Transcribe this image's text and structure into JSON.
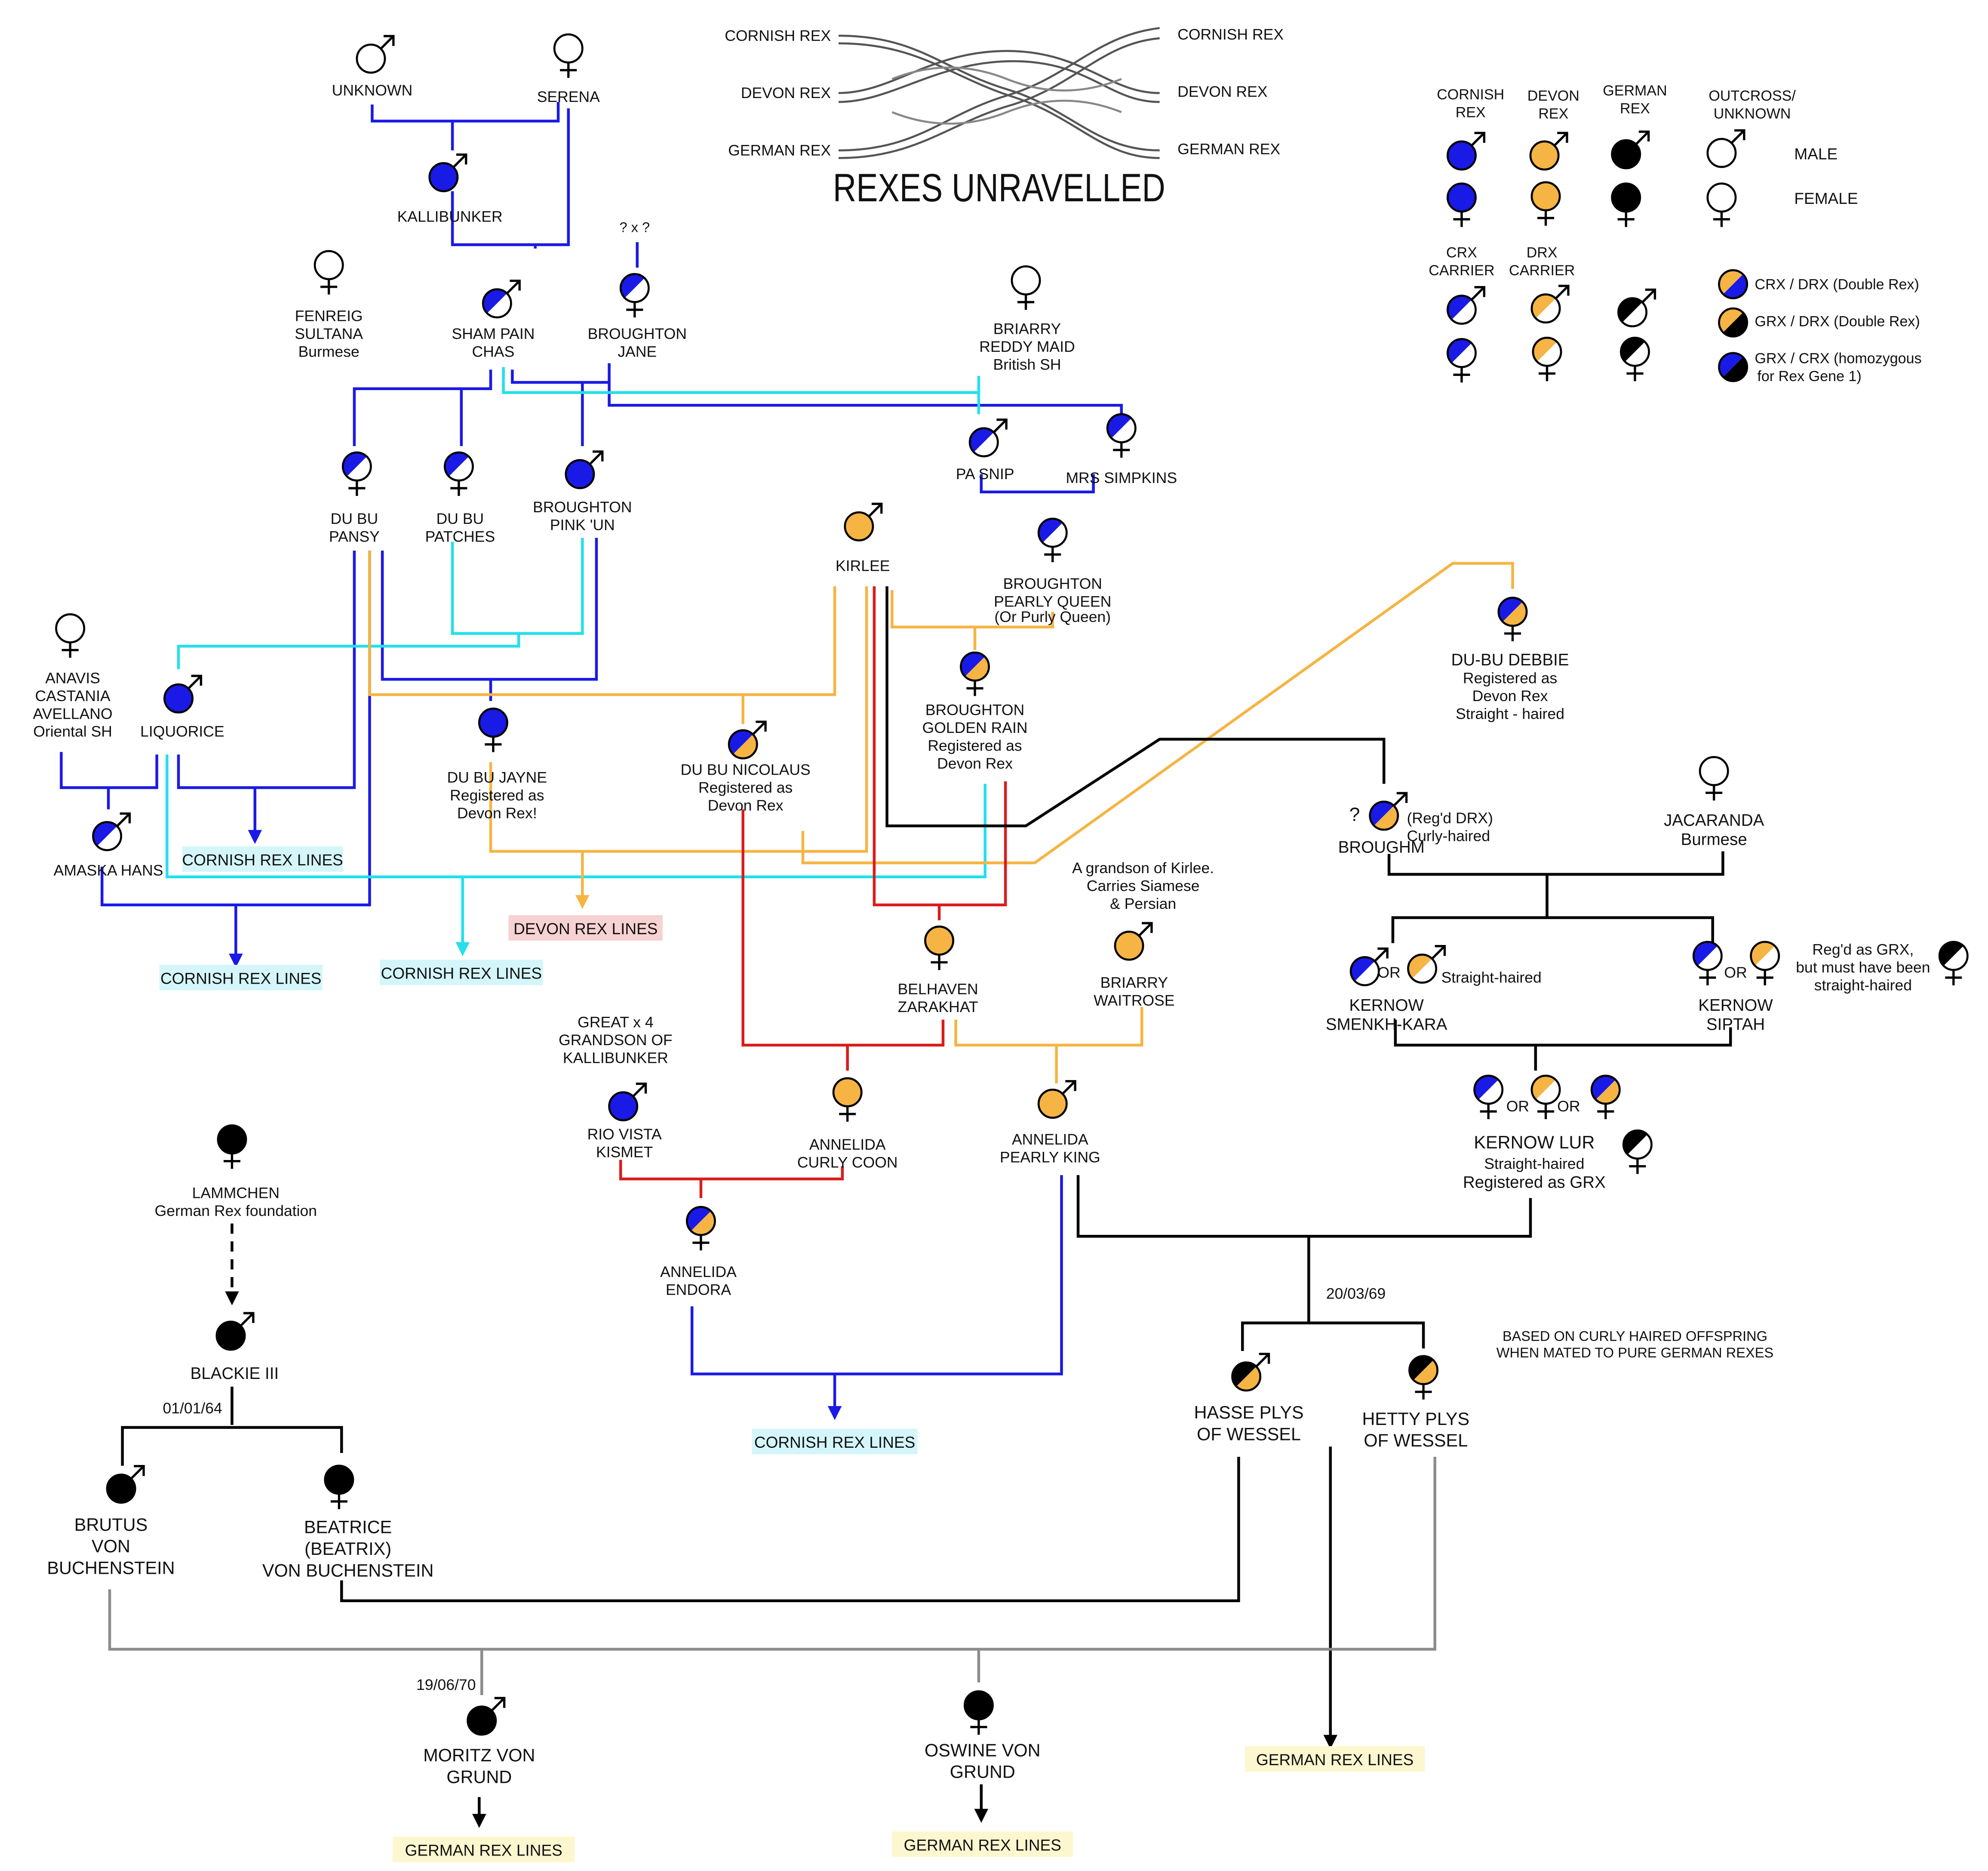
{
  "title": "REXES UNRAVELLED",
  "colors": {
    "cornish": "#1a1ae6",
    "devon": "#f5b443",
    "german": "#000000",
    "cyan": "#22e0ec",
    "red": "#d91c1c",
    "grey": "#8c8c8c",
    "tag_cornish": "#d4f6fa",
    "tag_devon": "#f7d2d2",
    "tag_german": "#fcf7cf"
  },
  "braid": {
    "left": [
      "CORNISH REX",
      "DEVON REX",
      "GERMAN REX"
    ],
    "right": [
      "CORNISH REX",
      "DEVON REX",
      "GERMAN REX"
    ]
  },
  "legend": {
    "headers": [
      [
        "CORNISH",
        "REX"
      ],
      [
        "DEVON",
        "REX"
      ],
      [
        "GERMAN",
        "REX"
      ],
      [
        "OUTCROSS/",
        "UNKNOWN"
      ]
    ],
    "male": "MALE",
    "female": "FEMALE",
    "carriers": [
      [
        "CRX",
        "CARRIER"
      ],
      [
        "DRX",
        "CARRIER"
      ]
    ],
    "doubles": [
      [
        "CRX / DRX (Double Rex)"
      ],
      [
        "GRX / DRX (Double Rex)"
      ],
      [
        "GRX / CRX (homozygous",
        "for Rex Gene 1)"
      ]
    ]
  },
  "nodes": [
    {
      "id": "unknown",
      "lines": [
        "UNKNOWN"
      ]
    },
    {
      "id": "serena",
      "lines": [
        "SERENA"
      ]
    },
    {
      "id": "kallibunker",
      "lines": [
        "KALLIBUNKER"
      ]
    },
    {
      "id": "qq",
      "lines": [
        "? x ?"
      ]
    },
    {
      "id": "fenreig",
      "lines": [
        "FENREIG",
        "SULTANA",
        "Burmese"
      ]
    },
    {
      "id": "shampain",
      "lines": [
        "SHAM PAIN",
        "CHAS"
      ]
    },
    {
      "id": "bjane",
      "lines": [
        "BROUGHTON",
        "JANE"
      ]
    },
    {
      "id": "briarry_rm",
      "lines": [
        "BRIARRY",
        "REDDY MAID",
        "British SH"
      ]
    },
    {
      "id": "pasnip",
      "lines": [
        "PA SNIP"
      ]
    },
    {
      "id": "simpkins",
      "lines": [
        "MRS SIMPKINS"
      ]
    },
    {
      "id": "pansy",
      "lines": [
        "DU BU",
        "PANSY"
      ]
    },
    {
      "id": "patches",
      "lines": [
        "DU BU",
        "PATCHES"
      ]
    },
    {
      "id": "pinkun",
      "lines": [
        "BROUGHTON",
        "PINK 'UN"
      ]
    },
    {
      "id": "kirlee",
      "lines": [
        "KIRLEE"
      ]
    },
    {
      "id": "pearlyq",
      "lines": [
        "BROUGHTON",
        "PEARLY QUEEN",
        "(Or Purly Queen)"
      ]
    },
    {
      "id": "debbie",
      "lines": [
        "DU-BU DEBBIE",
        "Registered as",
        "Devon Rex",
        "Straight - haired"
      ]
    },
    {
      "id": "anavis",
      "lines": [
        "ANAVIS",
        "CASTANIA",
        "AVELLANO",
        "Oriental SH"
      ]
    },
    {
      "id": "liquorice",
      "lines": [
        "LIQUORICE"
      ]
    },
    {
      "id": "jayne",
      "lines": [
        "DU BU JAYNE",
        "Registered as",
        "Devon Rex!"
      ]
    },
    {
      "id": "nicolaus",
      "lines": [
        "DU BU NICOLAUS",
        "Registered as",
        "Devon Rex"
      ]
    },
    {
      "id": "golden",
      "lines": [
        "BROUGHTON",
        "GOLDEN RAIN",
        "Registered as",
        "Devon Rex"
      ]
    },
    {
      "id": "broughm",
      "lines": [
        "BROUGHM"
      ]
    },
    {
      "id": "broughm_note",
      "lines": [
        "(Reg'd DRX)",
        "Curly-haired"
      ]
    },
    {
      "id": "qmark",
      "lines": [
        "?"
      ]
    },
    {
      "id": "jacaranda",
      "lines": [
        "JACARANDA",
        "Burmese"
      ]
    },
    {
      "id": "amaska",
      "lines": [
        "AMASKA HANS"
      ]
    },
    {
      "id": "zarakhat",
      "lines": [
        "BELHAVEN",
        "ZARAKHAT"
      ]
    },
    {
      "id": "waitrose",
      "lines": [
        "BRIARRY",
        "WAITROSE"
      ]
    },
    {
      "id": "waitrose_note",
      "lines": [
        "A grandson of Kirlee.",
        "Carries Siamese",
        "& Persian"
      ]
    },
    {
      "id": "smenkh",
      "lines": [
        "KERNOW",
        "SMENKH-KARA"
      ]
    },
    {
      "id": "smenkh_or",
      "lines": [
        "OR"
      ]
    },
    {
      "id": "straight",
      "lines": [
        "Straight-haired"
      ]
    },
    {
      "id": "siptah",
      "lines": [
        "KERNOW",
        "SIPTAH"
      ]
    },
    {
      "id": "siptah_or",
      "lines": [
        "OR"
      ]
    },
    {
      "id": "grx_note",
      "lines": [
        "Reg'd as GRX,",
        "but must have been",
        "straight-haired"
      ]
    },
    {
      "id": "kismet",
      "lines": [
        "RIO VISTA",
        "KISMET"
      ]
    },
    {
      "id": "kismet_note",
      "lines": [
        "GREAT x 4",
        "GRANDSON OF",
        "KALLIBUNKER"
      ]
    },
    {
      "id": "curlycoon",
      "lines": [
        "ANNELIDA",
        "CURLY COON"
      ]
    },
    {
      "id": "pearlyking",
      "lines": [
        "ANNELIDA",
        "PEARLY KING"
      ]
    },
    {
      "id": "lur",
      "lines": [
        "KERNOW LUR",
        "Straight-haired",
        "Registered as GRX"
      ]
    },
    {
      "id": "or_a",
      "lines": [
        "OR"
      ]
    },
    {
      "id": "or_b",
      "lines": [
        "OR"
      ]
    },
    {
      "id": "lammchen",
      "lines": [
        "LAMMCHEN",
        "German Rex foundation"
      ]
    },
    {
      "id": "endora",
      "lines": [
        "ANNELIDA",
        "ENDORA"
      ]
    },
    {
      "id": "blackie",
      "lines": [
        "BLACKIE III"
      ]
    },
    {
      "id": "date1",
      "lines": [
        "01/01/64"
      ]
    },
    {
      "id": "date2",
      "lines": [
        "20/03/69"
      ]
    },
    {
      "id": "based_note",
      "lines": [
        "BASED ON CURLY HAIRED OFFSPRING",
        "WHEN MATED TO PURE GERMAN REXES"
      ]
    },
    {
      "id": "hasse",
      "lines": [
        "HASSE PLYS",
        "OF WESSEL"
      ]
    },
    {
      "id": "hetty",
      "lines": [
        "HETTY PLYS",
        "OF WESSEL"
      ]
    },
    {
      "id": "brutus",
      "lines": [
        "BRUTUS",
        "VON",
        "BUCHENSTEIN"
      ]
    },
    {
      "id": "beatrice",
      "lines": [
        "BEATRICE",
        "(BEATRIX)",
        "VON BUCHENSTEIN"
      ]
    },
    {
      "id": "date3",
      "lines": [
        "19/06/70"
      ]
    },
    {
      "id": "moritz",
      "lines": [
        "MORITZ VON",
        "GRUND"
      ]
    },
    {
      "id": "oswine",
      "lines": [
        "OSWINE VON",
        "GRUND"
      ]
    }
  ],
  "tags": [
    {
      "id": "t_cornish1",
      "kind": "cornish",
      "text": "CORNISH REX LINES"
    },
    {
      "id": "t_cornish2",
      "kind": "cornish",
      "text": "CORNISH REX LINES"
    },
    {
      "id": "t_cornish3",
      "kind": "cornish",
      "text": "CORNISH REX LINES"
    },
    {
      "id": "t_cornish4",
      "kind": "cornish",
      "text": "CORNISH REX LINES"
    },
    {
      "id": "t_devon",
      "kind": "devon",
      "text": "DEVON REX LINES"
    },
    {
      "id": "t_german1",
      "kind": "german",
      "text": "GERMAN REX LINES"
    },
    {
      "id": "t_german2",
      "kind": "german",
      "text": "GERMAN REX LINES"
    },
    {
      "id": "t_german3",
      "kind": "german",
      "text": "GERMAN REX LINES"
    }
  ]
}
